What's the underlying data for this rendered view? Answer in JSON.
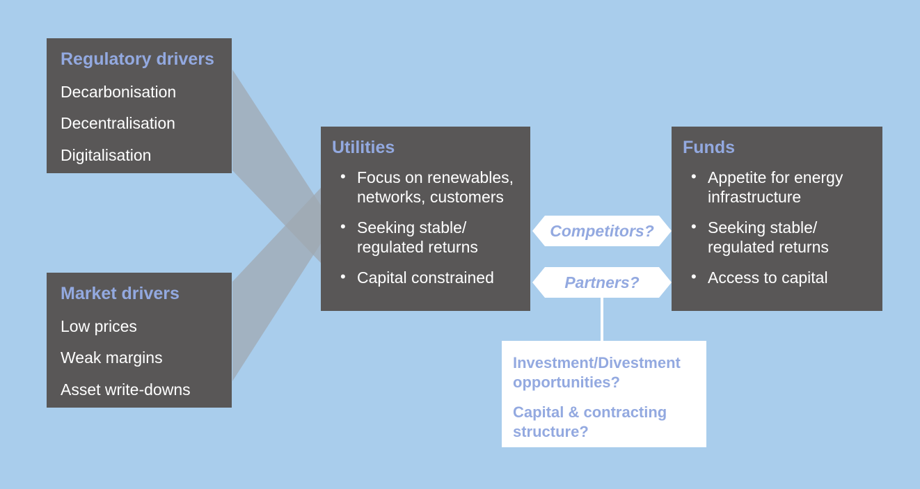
{
  "palette": {
    "background": "#a9cdec",
    "box_fill": "#595757",
    "heading_blue": "#93a9e0",
    "body_white": "#ffffff",
    "band_gray": "#aeb6bd",
    "arrow_white": "#ffffff"
  },
  "boxes": {
    "regulatory_drivers": {
      "title": "Regulatory drivers",
      "items": [
        "Decarbonisation",
        "Decentralisation",
        "Digitalisation"
      ]
    },
    "market_drivers": {
      "title": "Market drivers",
      "items": [
        "Low prices",
        "Weak margins",
        "Asset write-downs"
      ]
    },
    "utilities": {
      "title": "Utilities",
      "bullet": "•",
      "items": [
        "Focus on renewables, networks, customers",
        "Seeking stable/ regulated returns",
        "Capital constrained"
      ]
    },
    "funds": {
      "title": "Funds",
      "bullet": "•",
      "items": [
        "Appetite for energy infrastructure",
        "Seeking stable/ regulated returns",
        "Access to capital"
      ]
    }
  },
  "connectors": {
    "competitors_label": "Competitors?",
    "partners_label": "Partners?"
  },
  "questions_box": {
    "line1": "Investment/Divestment opportunities?",
    "line2": "Capital & contracting structure?"
  }
}
